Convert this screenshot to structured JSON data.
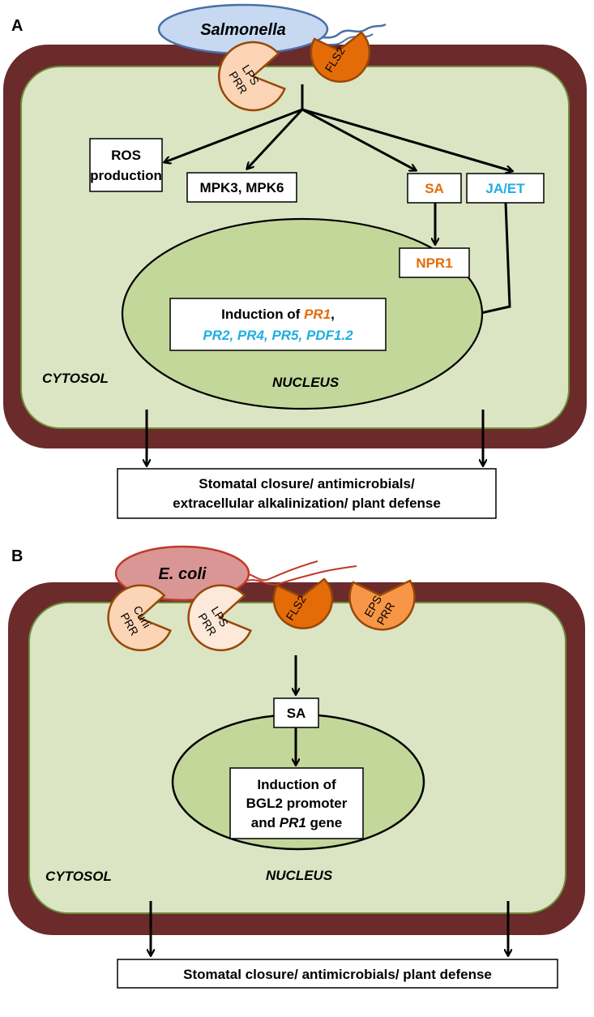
{
  "colors": {
    "cell_wall": "#6b2b2b",
    "cytosol": "#dbe5c3",
    "cytosol_border": "#6e8e3c",
    "nucleus": "#c4d79b",
    "salmonella_fill": "#c6d9f1",
    "salmonella_border": "#4a6fa8",
    "ecoli_fill": "#d99694",
    "ecoli_border": "#c0392b",
    "prr_light": "#fbd5b5",
    "prr_orange": "#e36c09",
    "prr_mid": "#f79646",
    "prr_border": "#984807",
    "orange_text": "#e36c09",
    "blue_text": "#1eaee0"
  },
  "panel_a": {
    "letter": "A",
    "bacterium": "Salmonella",
    "receptors": [
      {
        "line1": "LPS",
        "line2": "PRR"
      },
      {
        "line1": "FLS2",
        "line2": ""
      }
    ],
    "ros_line1": "ROS",
    "ros_line2": "production",
    "mpk": "MPK3, MPK6",
    "sa": "SA",
    "jaet": "JA/ET",
    "npr1": "NPR1",
    "induction_prefix": "Induction of ",
    "induction_pr1": "PR1",
    "induction_comma": ",",
    "induction_line2": "PR2, PR4, PR5, PDF1.2",
    "cytosol": "CYTOSOL",
    "nucleus": "NUCLEUS",
    "outcome_line1": "Stomatal closure/ antimicrobials/",
    "outcome_line2": "extracellular alkalinization/ plant defense"
  },
  "panel_b": {
    "letter": "B",
    "bacterium": "E. coli",
    "receptors": [
      {
        "line1": "Curli",
        "line2": "PRR"
      },
      {
        "line1": "LPS",
        "line2": "PRR"
      },
      {
        "line1": "FLS2",
        "line2": ""
      },
      {
        "line1": "EPS",
        "line2": "PRR"
      }
    ],
    "sa": "SA",
    "induction_line1": "Induction of",
    "induction_line2": "BGL2 promoter",
    "induction_line3_prefix": "and ",
    "induction_line3_gene": "PR1",
    "induction_line3_suffix": " gene",
    "cytosol": "CYTOSOL",
    "nucleus": "NUCLEUS",
    "outcome": "Stomatal closure/ antimicrobials/ plant defense"
  }
}
